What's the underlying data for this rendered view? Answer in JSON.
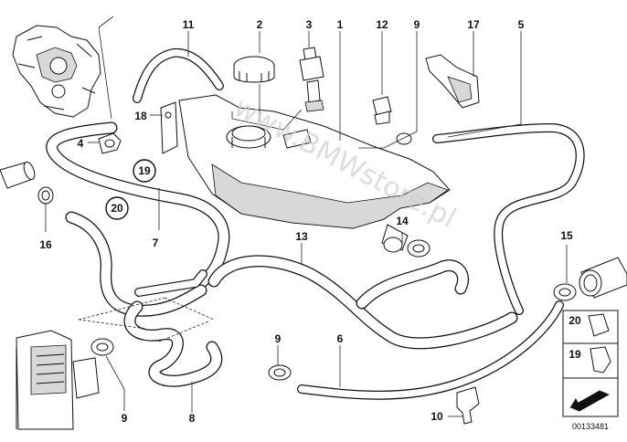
{
  "diagram": {
    "callouts": [
      {
        "id": "c11",
        "text": "11"
      },
      {
        "id": "c2",
        "text": "2"
      },
      {
        "id": "c3",
        "text": "3"
      },
      {
        "id": "c1",
        "text": "1"
      },
      {
        "id": "c12",
        "text": "12"
      },
      {
        "id": "c9a",
        "text": "9"
      },
      {
        "id": "c17",
        "text": "17"
      },
      {
        "id": "c5",
        "text": "5"
      },
      {
        "id": "c18",
        "text": "18"
      },
      {
        "id": "c4",
        "text": "4"
      },
      {
        "id": "c19",
        "text": "19"
      },
      {
        "id": "c20",
        "text": "20"
      },
      {
        "id": "c7",
        "text": "7"
      },
      {
        "id": "c16",
        "text": "16"
      },
      {
        "id": "c13",
        "text": "13"
      },
      {
        "id": "c14",
        "text": "14"
      },
      {
        "id": "c15",
        "text": "15"
      },
      {
        "id": "c9b",
        "text": "9"
      },
      {
        "id": "c6",
        "text": "6"
      },
      {
        "id": "c9c",
        "text": "9"
      },
      {
        "id": "c8",
        "text": "8"
      },
      {
        "id": "c10",
        "text": "10"
      }
    ],
    "legend": [
      {
        "text": "20"
      },
      {
        "text": "19"
      }
    ],
    "watermark": "www.BMWstore.pl",
    "doc_number": "00133481"
  }
}
